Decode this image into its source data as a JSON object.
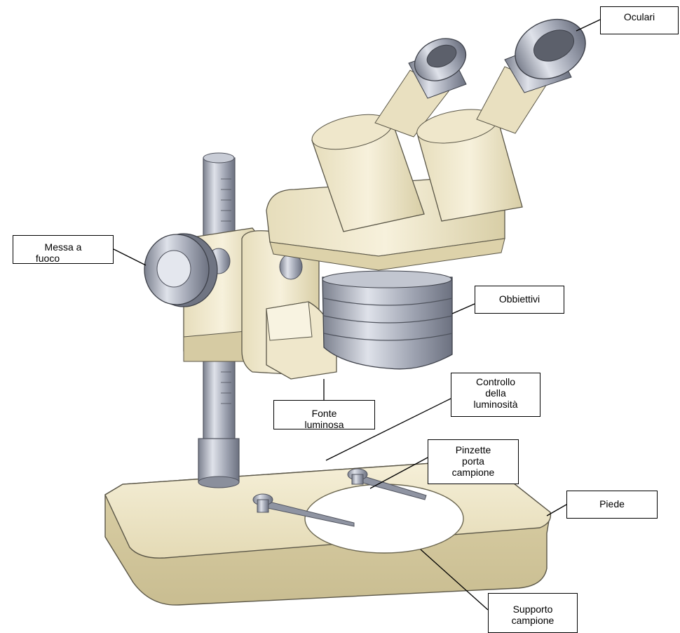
{
  "labels": {
    "oculari": "Oculari",
    "messa_a_fuoco_l1": "Messa a",
    "messa_a_fuoco_l2": "fuoco",
    "obbiettivi": "Obbiettivi",
    "fonte_luminosa_l1": "Fonte",
    "fonte_luminosa_l2": "luminosa",
    "controllo_l1": "Controllo",
    "controllo_l2": "della",
    "controllo_l3": "luminosità",
    "pinzette_l1": "Pinzette",
    "pinzette_l2": "porta",
    "pinzette_l3": "campione",
    "piede": "Piede",
    "supporto_l1": "Supporto",
    "supporto_l2": "campione"
  },
  "colors": {
    "cream": "#f3ecd2",
    "cream_shade": "#ddd3ae",
    "cream_dark": "#c4b98f",
    "metal": "#a7abb8",
    "metal_dark": "#6f7482",
    "metal_light": "#d9dce4",
    "outline": "#5a5647"
  }
}
